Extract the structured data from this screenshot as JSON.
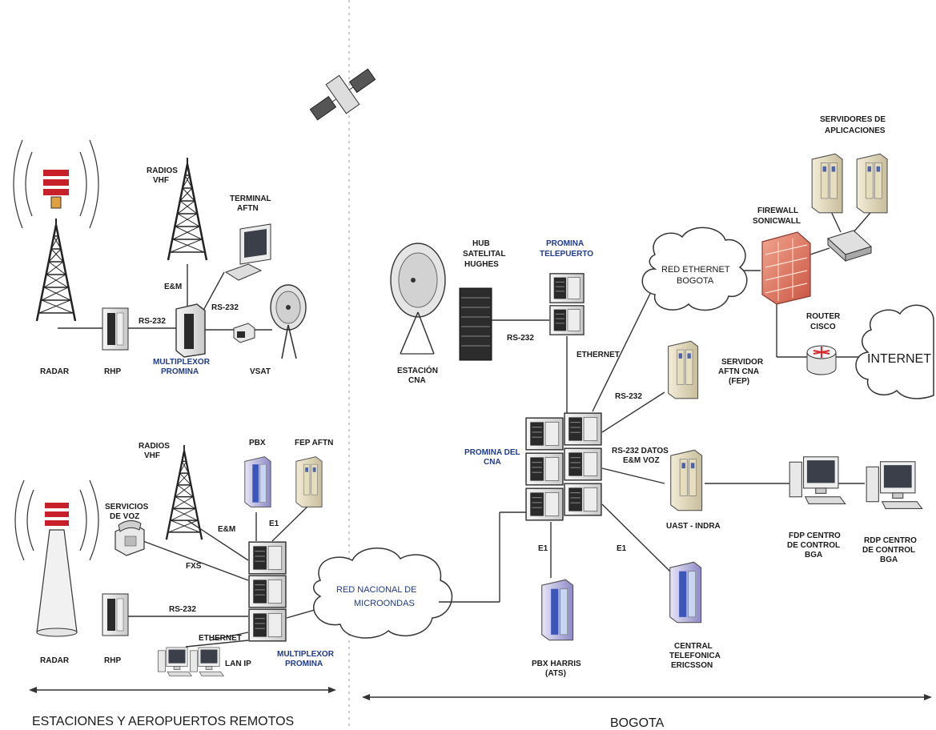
{
  "sections": {
    "left": "ESTACIONES Y AEROPUERTOS REMOTOS",
    "right": "BOGOTA"
  },
  "top_station": {
    "radar": "RADAR",
    "rhp": "RHP",
    "link_rhp_mux": "RS-232",
    "radios": [
      "RADIOS",
      "VHF"
    ],
    "link_radio_mux": "E&M",
    "terminal": [
      "TERMINAL",
      "AFTN"
    ],
    "link_terminal_mux": "RS-232",
    "mux": [
      "MULTIPLEXOR",
      "PROMINA"
    ],
    "vsat": "VSAT"
  },
  "bottom_station": {
    "radar": "RADAR",
    "rhp": "RHP",
    "link_rhp_mux": "RS-232",
    "servicios": [
      "SERVICIOS",
      "DE VOZ"
    ],
    "link_phone": "FXS",
    "radios": [
      "RADIOS",
      "VHF"
    ],
    "link_radio": "E&M",
    "pbx": "PBX",
    "link_pbx": "E1",
    "fep": "FEP AFTN",
    "ethernet": "ETHERNET",
    "lan": "LAN IP",
    "mux": [
      "MULTIPLEXOR",
      "PROMINA"
    ]
  },
  "clouds": {
    "microondas": [
      "RED NACIONAL DE",
      "MICROONDAS"
    ],
    "ethernet_bogota": [
      "RED ETHERNET",
      "BOGOTA"
    ],
    "internet": "INTERNET"
  },
  "bogota": {
    "estacion": [
      "ESTACIÓN",
      "CNA"
    ],
    "hub": [
      "HUB",
      "SATELITAL",
      "HUGHES"
    ],
    "link_hub": "RS-232",
    "telepuerto": [
      "PROMINA",
      "TELEPUERTO"
    ],
    "link_ethernet": "ETHERNET",
    "promina_cna": [
      "PROMINA DEL",
      "CNA"
    ],
    "link_servidor": "RS-232",
    "servidor": [
      "SERVIDOR",
      "AFTN CNA",
      "(FEP)"
    ],
    "link_uast": [
      "RS-232 DATOS",
      "E&M VOZ"
    ],
    "uast": "UAST - INDRA",
    "link_pbx": "E1",
    "pbx_harris": [
      "PBX HARRIS",
      "(ATS)"
    ],
    "link_central": "E1",
    "central": [
      "CENTRAL",
      "TELEFONICA",
      "ERICSSON"
    ],
    "firewall": [
      "FIREWALL",
      "SONICWALL"
    ],
    "servidores": [
      "SERVIDORES DE",
      "APLICACIONES"
    ],
    "router": [
      "ROUTER",
      "CISCO"
    ],
    "fdp": [
      "FDP CENTRO",
      "DE CONTROL",
      "BGA"
    ],
    "rdp": [
      "RDP CENTRO",
      "DE CONTROL",
      "BGA"
    ]
  },
  "icons": [
    "satellite-icon",
    "radar-tower-icon",
    "radio-tower-icon",
    "terminal-icon",
    "dish-icon",
    "rack-icon",
    "server-icon",
    "phone-icon",
    "pc-icon",
    "firewall-icon",
    "router-icon",
    "switch-icon",
    "cloud-icon"
  ],
  "colors": {
    "blue_label": "#1f3a8f",
    "radar_red": "#c8202a",
    "firewall_brick": "#d86a5a",
    "router_red": "#d8292e"
  }
}
